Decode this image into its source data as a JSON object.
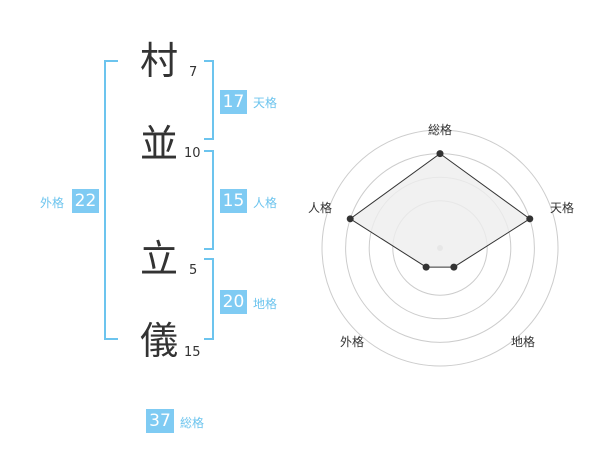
{
  "name": {
    "chars": [
      {
        "char": "村",
        "strokes": "7"
      },
      {
        "char": "並",
        "strokes": "10"
      },
      {
        "char": "立",
        "strokes": "5"
      },
      {
        "char": "儀",
        "strokes": "15"
      }
    ]
  },
  "scores": {
    "tenkaku": {
      "value": "17",
      "label": "天格"
    },
    "jinkaku": {
      "value": "15",
      "label": "人格"
    },
    "chikaku": {
      "value": "20",
      "label": "地格"
    },
    "gaikaku": {
      "value": "22",
      "label": "外格"
    },
    "soukaku": {
      "value": "37",
      "label": "総格"
    }
  },
  "chart_data": {
    "type": "radar",
    "axes": [
      "総格",
      "天格",
      "地格",
      "外格",
      "人格"
    ],
    "values": [
      4,
      4,
      1,
      1,
      4
    ],
    "rmax": 5,
    "rings": 4,
    "colors": {
      "fill": "#eeeeee",
      "stroke": "#333333",
      "ring": "#cccccc",
      "center": "#cccccc"
    }
  }
}
